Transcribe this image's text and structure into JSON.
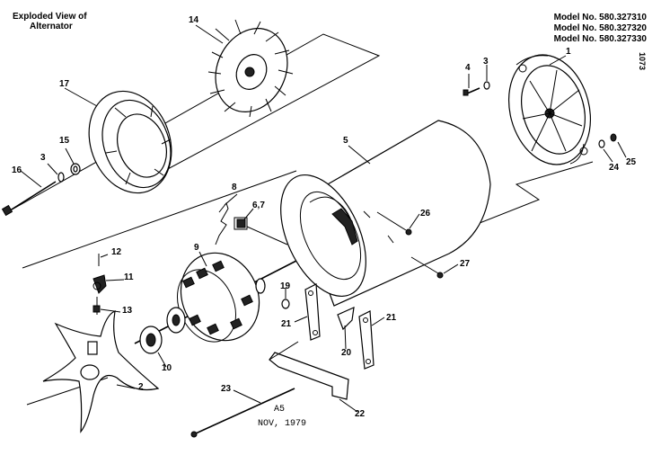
{
  "header": {
    "title_line1": "Exploded View of",
    "title_line2": "Alternator"
  },
  "models": [
    "Model No. 580.327310",
    "Model No. 580.327320",
    "Model No. 580.327330"
  ],
  "side_code": "1073",
  "footer": {
    "code": "A5",
    "date": "NOV, 1979"
  },
  "callouts": {
    "c1": "1",
    "c2": "2",
    "c3a": "3",
    "c3b": "3",
    "c4": "4",
    "c5": "5",
    "c67": "6,7",
    "c8": "8",
    "c9": "9",
    "c10": "10",
    "c11": "11",
    "c12": "12",
    "c13": "13",
    "c14": "14",
    "c15": "15",
    "c16": "16",
    "c17": "17",
    "c19": "19",
    "c20": "20",
    "c21a": "21",
    "c21b": "21",
    "c22": "22",
    "c23": "23",
    "c24": "24",
    "c25": "25",
    "c26": "26",
    "c27": "27"
  }
}
